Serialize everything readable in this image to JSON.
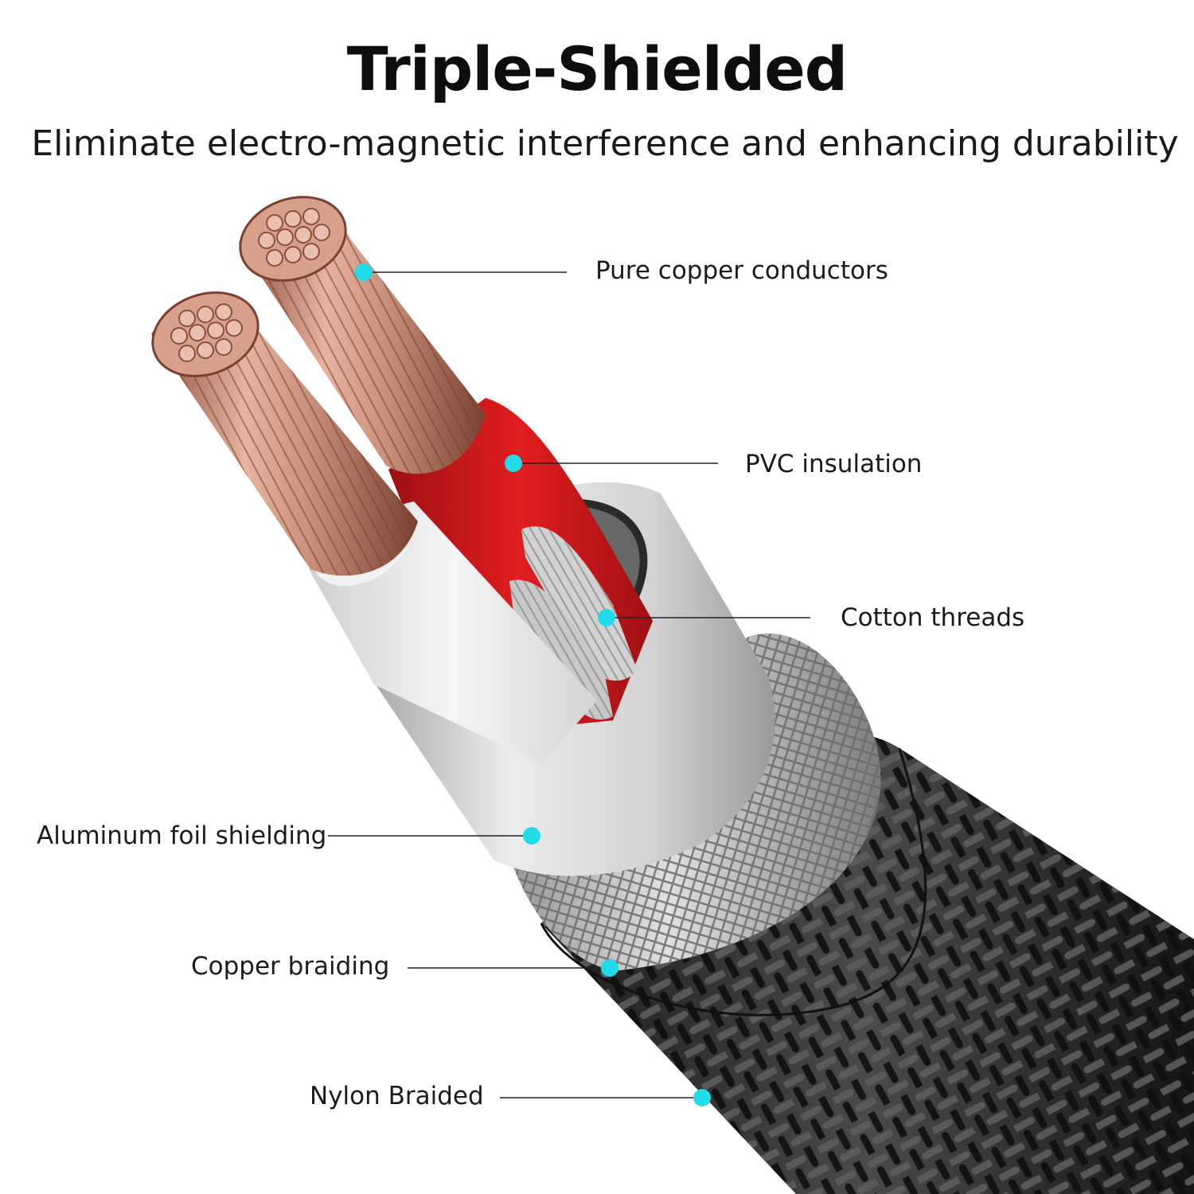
{
  "header": {
    "title": "Triple-Shielded",
    "subtitle": "Eliminate electro-magnetic interference and enhancing durability"
  },
  "callouts": [
    {
      "id": "copper",
      "label": "Pure copper conductors"
    },
    {
      "id": "pvc",
      "label": "PVC insulation"
    },
    {
      "id": "cotton",
      "label": "Cotton threads"
    },
    {
      "id": "foil",
      "label": "Aluminum foil shielding"
    },
    {
      "id": "braid",
      "label": "Copper braiding"
    },
    {
      "id": "nylon",
      "label": "Nylon Braided"
    }
  ],
  "colors": {
    "callout_dot": "#22dbe8",
    "copper": "#c98f7a",
    "pvc_red": "#d8181b",
    "pvc_white": "#eeeeee",
    "foil": "#c9c9c9",
    "nylon": "#2a2a2a"
  }
}
